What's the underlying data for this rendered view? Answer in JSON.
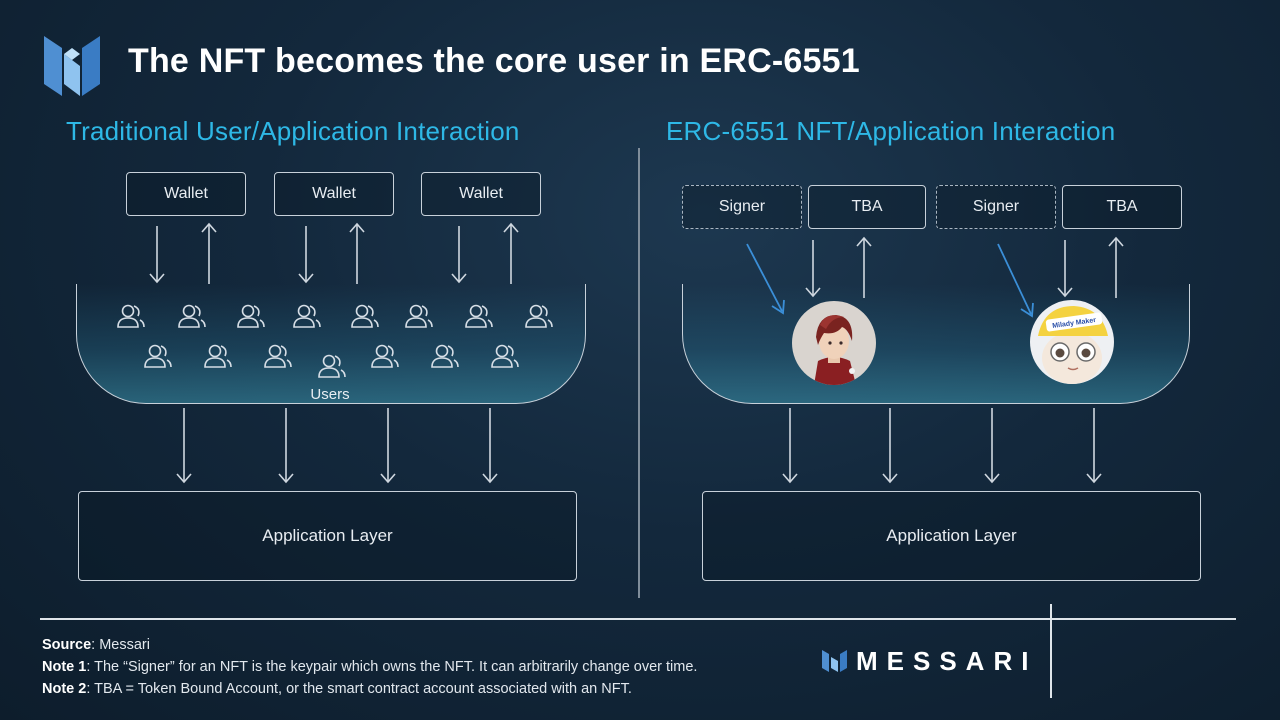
{
  "title": "The NFT becomes the core user in ERC-6551",
  "left": {
    "heading": "Traditional User/Application Interaction",
    "wallets": [
      "Wallet",
      "Wallet",
      "Wallet"
    ],
    "users_label": "Users",
    "app_layer": "Application Layer"
  },
  "right": {
    "heading": "ERC-6551 NFT/Application Interaction",
    "pairs": [
      {
        "signer": "Signer",
        "tba": "TBA"
      },
      {
        "signer": "Signer",
        "tba": "TBA"
      }
    ],
    "app_layer": "Application Layer"
  },
  "footer": {
    "source_label": "Source",
    "source_value": ": Messari",
    "note1_label": "Note 1",
    "note1_value": ": The “Signer” for an NFT is the keypair which owns the NFT. It can arbitrarily change over time.",
    "note2_label": "Note 2",
    "note2_value": ": TBA = Token Bound Account, or the smart contract account associated with an NFT.",
    "brand": "MESSARI"
  },
  "avatar_caption": "Milady Maker",
  "colors": {
    "accent": "#2eb8e6",
    "background": "#13283c",
    "box_border": "#c8d1da",
    "logo_blue": "#5b9bd8"
  },
  "icons": [
    "messari-logo-icon",
    "user-icon",
    "arrow-down-icon",
    "arrow-up-icon"
  ]
}
